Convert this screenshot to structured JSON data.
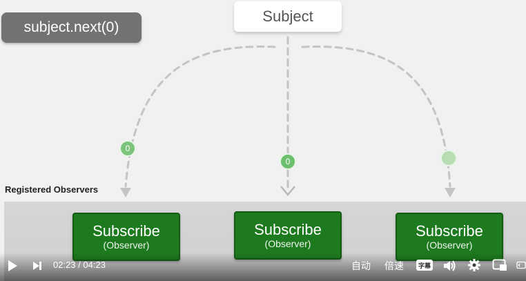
{
  "code_label": "subject.next(0)",
  "subject_label": "Subject",
  "section_label": "Registered Observers",
  "observers": [
    {
      "title": "Subscribe",
      "subtitle": "(Observer)"
    },
    {
      "title": "Subscribe",
      "subtitle": "(Observer)"
    },
    {
      "title": "Subscribe",
      "subtitle": "(Observer)"
    }
  ],
  "badges": [
    {
      "value": "0",
      "color": "#7cc47c"
    },
    {
      "value": "0",
      "color": "#6cbf6c"
    },
    {
      "value": "",
      "color": "#b9ddb3"
    }
  ],
  "player": {
    "current_time": "02:23",
    "separator": "/",
    "duration": "04:23",
    "auto_label": "自动",
    "speed_label": "倍速",
    "subtitle_label": "字幕",
    "icons": [
      "play-icon",
      "next-icon",
      "volume-icon",
      "settings-icon",
      "picture-in-picture-icon",
      "fullscreen-icon"
    ]
  },
  "colors": {
    "accent_green": "#1e7a1e",
    "code_pill": "#727272",
    "dashed_line": "#c4c4c4"
  }
}
